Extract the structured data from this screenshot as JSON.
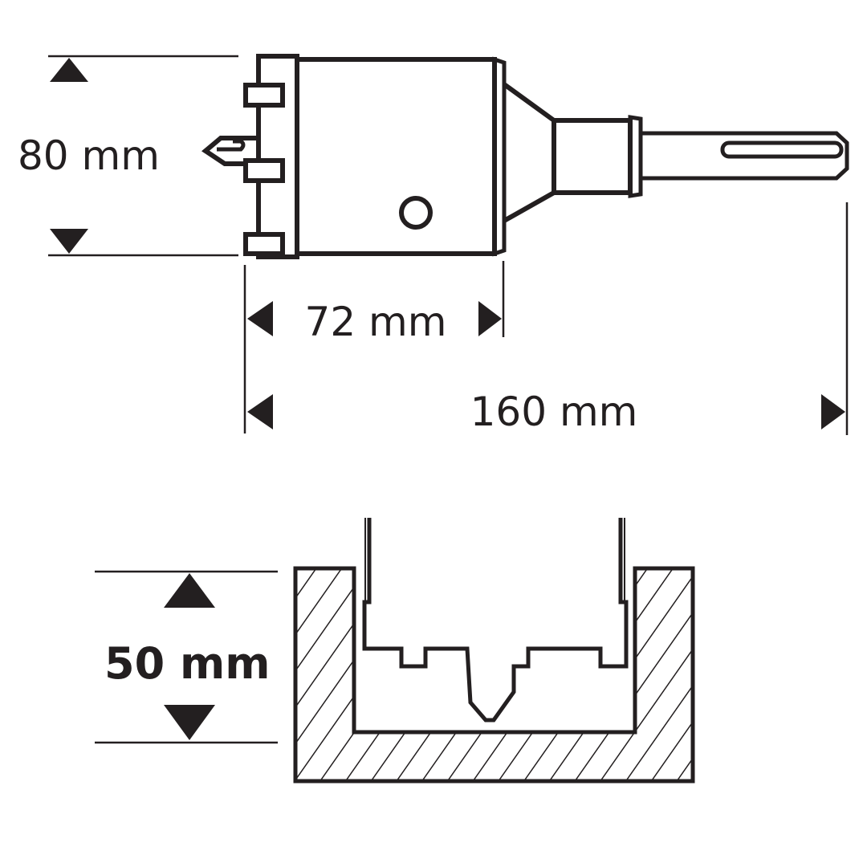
{
  "dimensions": {
    "diameter": "80 mm",
    "cutting_length": "72 mm",
    "total_length": "160 mm",
    "max_depth": "50 mm"
  },
  "colors": {
    "line": "#231f20",
    "background": "#ffffff"
  }
}
